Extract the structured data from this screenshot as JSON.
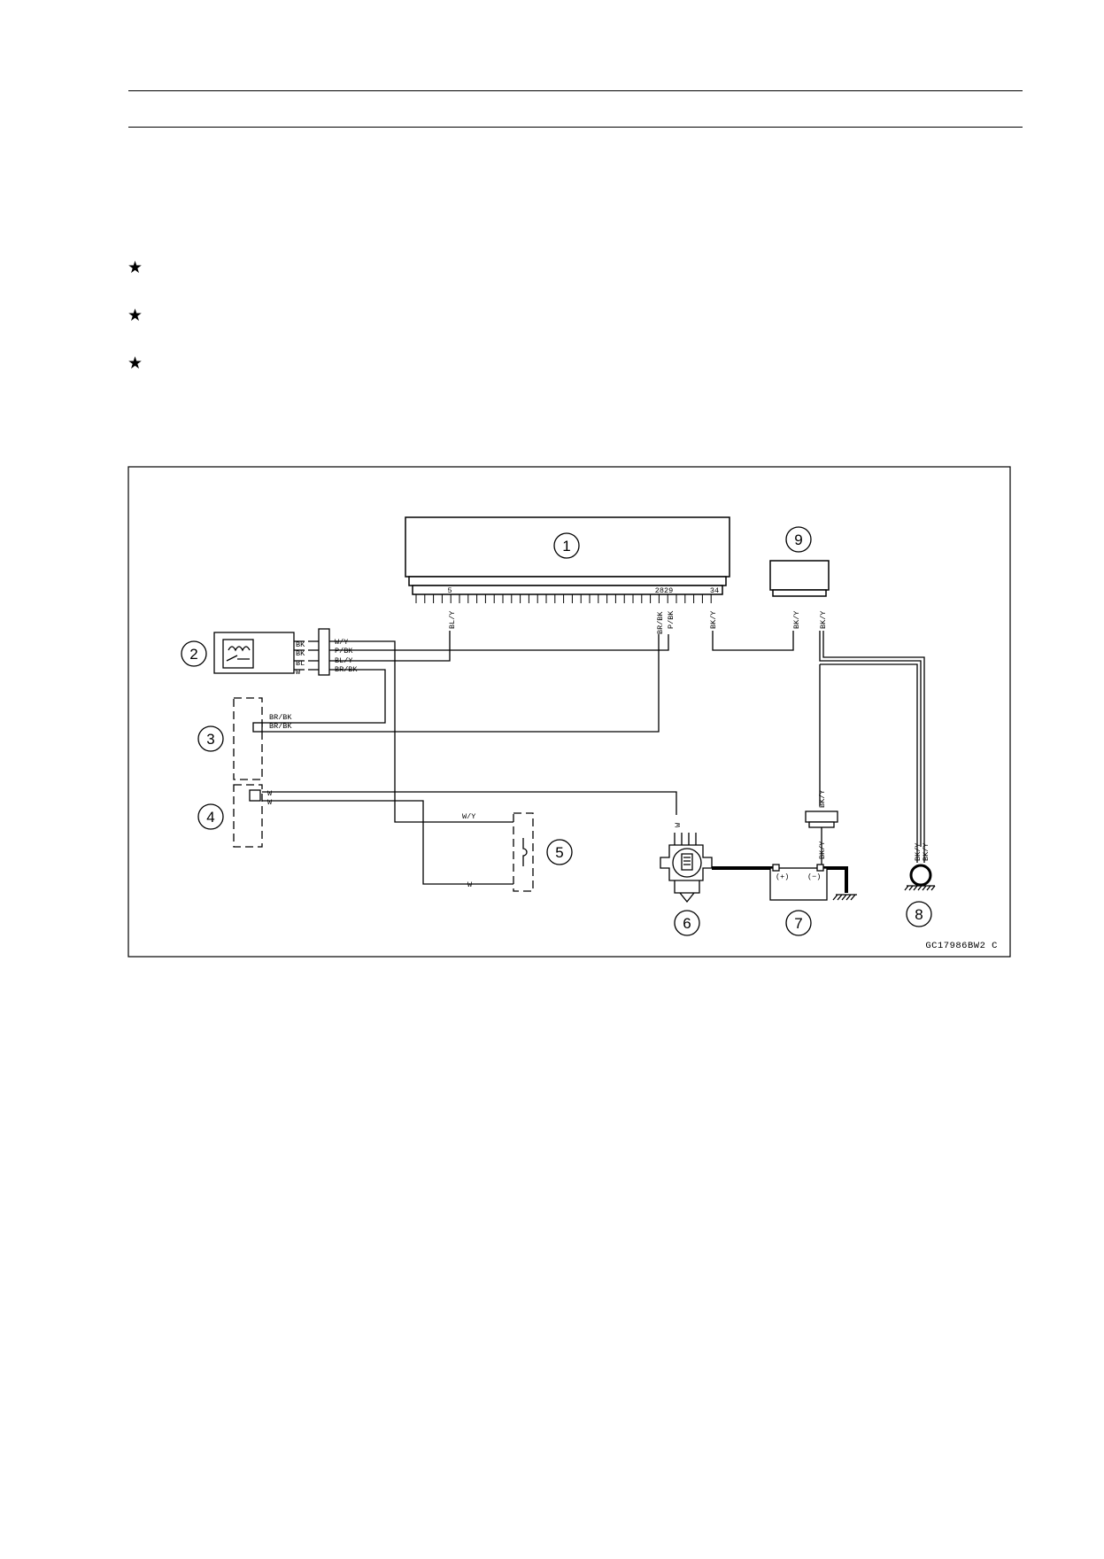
{
  "page": {
    "bullets": [
      "★",
      "★",
      "★"
    ]
  },
  "diagram": {
    "components": [
      {
        "n": "1"
      },
      {
        "n": "2"
      },
      {
        "n": "3"
      },
      {
        "n": "4"
      },
      {
        "n": "5"
      },
      {
        "n": "6"
      },
      {
        "n": "7"
      },
      {
        "n": "8"
      },
      {
        "n": "9"
      }
    ],
    "ecu_pins": {
      "p5": "5",
      "p28_29": "2829",
      "p34": "34"
    },
    "wire_labels": {
      "ecu_bl_y": "BL/Y",
      "ecu_br_bk": "BR/BK",
      "ecu_p_bk": "P/BK",
      "ecu_bk_y": "BK/Y",
      "c9_bk_y_1": "BK/Y",
      "c9_bk_y_2": "BK/Y",
      "c2_bk_1": "BK",
      "c2_bk_2": "BK",
      "c2_bl": "BL",
      "c2_w": "W",
      "conn_w_y": "W/Y",
      "conn_p_bk": "P/BK",
      "conn_bl_y": "BL/Y",
      "conn_br_bk": "BR/BK",
      "c3_br_bk_1": "BR/BK",
      "c3_br_bk_2": "BR/BK",
      "c4_w_1": "W",
      "c4_w_2": "W",
      "c5_w_y": "W/Y",
      "c5_w": "W",
      "c6_w": "W",
      "fuse_bk_y_top": "BK/Y",
      "fuse_bk_y_bottom": "BK/Y",
      "c8_bk_y_1": "BK/Y",
      "c8_bk_y_2": "BK/Y"
    },
    "battery_terminals": {
      "plus": "(+)",
      "minus": "(−)"
    },
    "figure_code": "GC17986BW2 C"
  }
}
